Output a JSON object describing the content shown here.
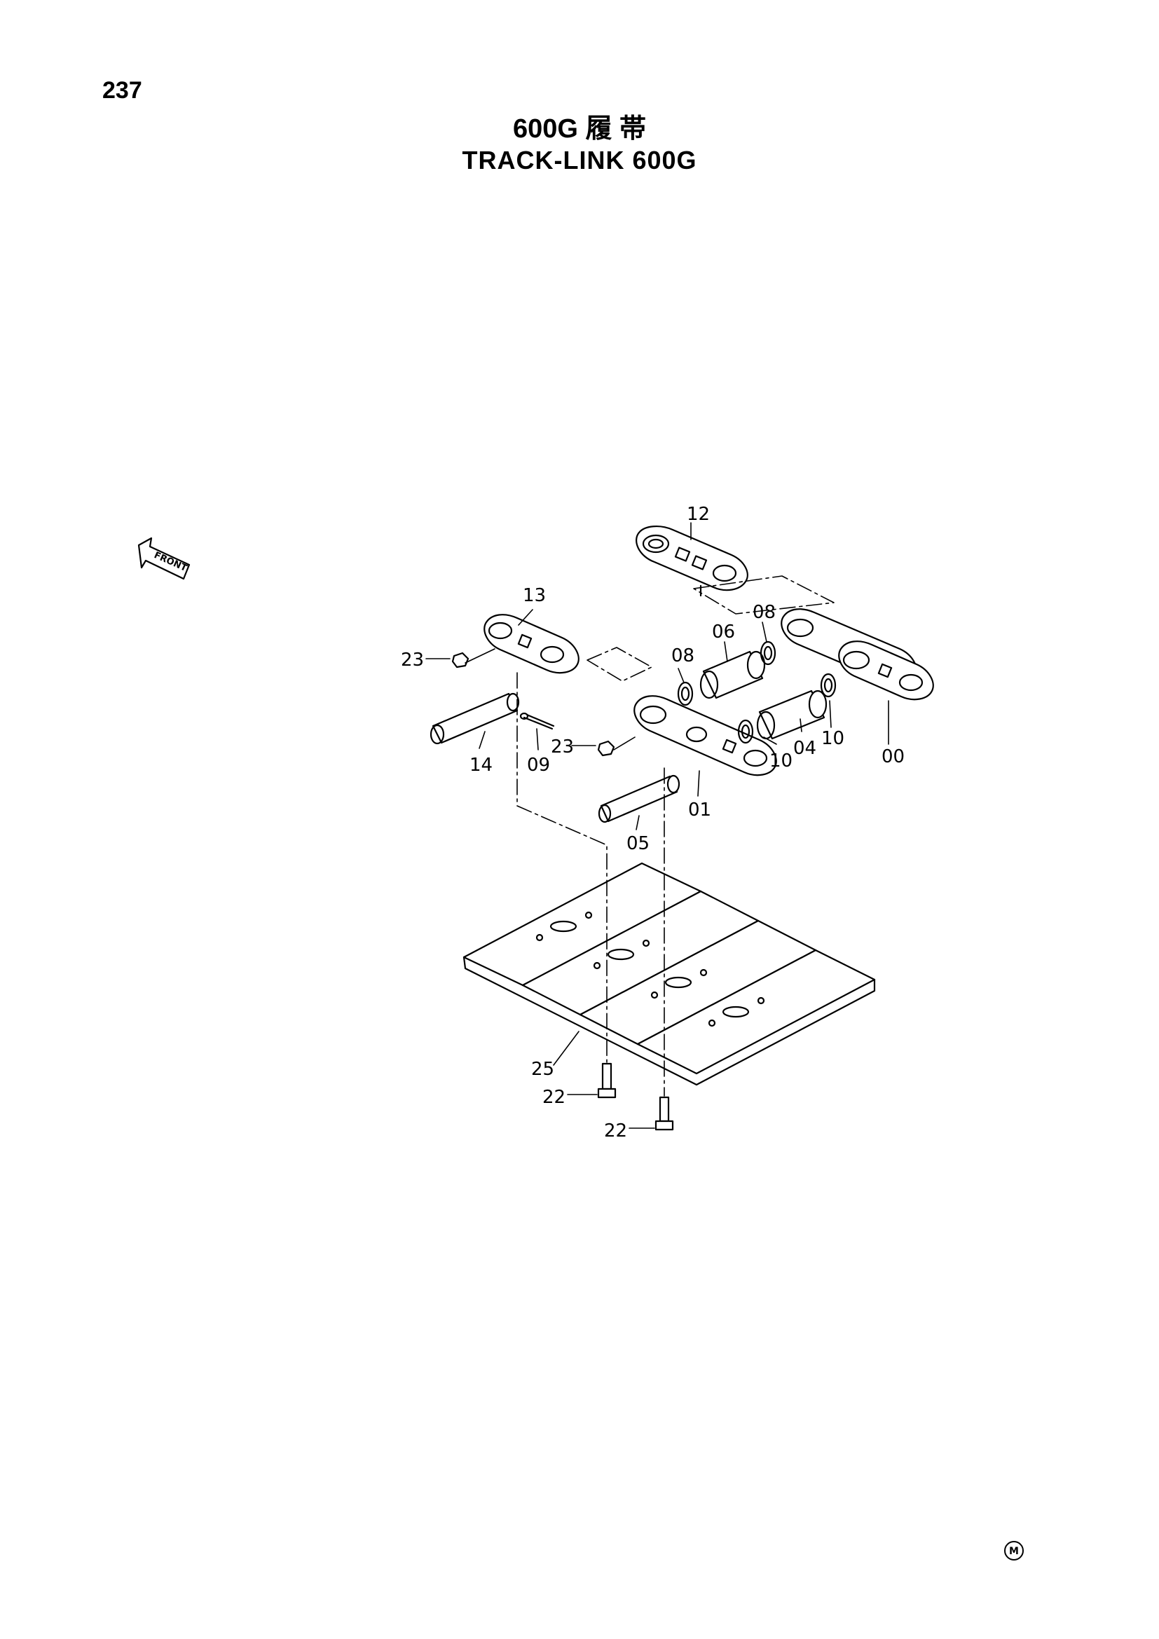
{
  "page_number": "237",
  "title_jp": "600G 履 帯",
  "title_en": "TRACK-LINK 600G",
  "front_label": "FRONT",
  "corner_mark": "M",
  "callouts": {
    "c12": "12",
    "c13": "13",
    "c23a": "23",
    "c23b": "23",
    "c08a": "08",
    "c08b": "08",
    "c06": "06",
    "c14": "14",
    "c09": "09",
    "c10a": "10",
    "c10b": "10",
    "c04": "04",
    "c00": "00",
    "c01": "01",
    "c05": "05",
    "c25": "25",
    "c22a": "22",
    "c22b": "22"
  }
}
